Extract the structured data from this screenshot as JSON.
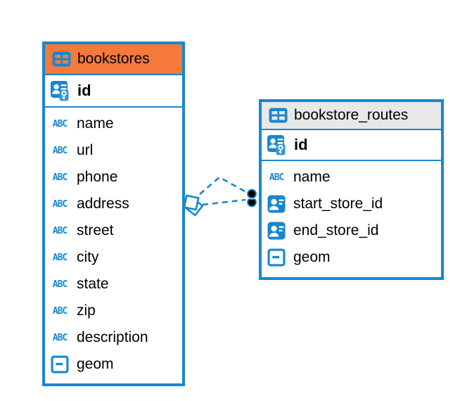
{
  "icons": {
    "abc_glyph": "ABC"
  },
  "colors": {
    "accent_blue": "#1787cf",
    "bookstores_header": "#f5793b",
    "routes_header": "#e8e8e8",
    "marker_dot": "#000000",
    "background": "#ffffff"
  },
  "diagram": {
    "tables": [
      {
        "title": "bookstores",
        "primary_key": {
          "name": "id"
        },
        "columns": [
          {
            "name": "name",
            "type": "text"
          },
          {
            "name": "url",
            "type": "text"
          },
          {
            "name": "phone",
            "type": "text"
          },
          {
            "name": "address",
            "type": "text"
          },
          {
            "name": "street",
            "type": "text"
          },
          {
            "name": "city",
            "type": "text"
          },
          {
            "name": "state",
            "type": "text"
          },
          {
            "name": "zip",
            "type": "text"
          },
          {
            "name": "description",
            "type": "text"
          },
          {
            "name": "geom",
            "type": "geometry"
          }
        ]
      },
      {
        "title": "bookstore_routes",
        "primary_key": {
          "name": "id"
        },
        "columns": [
          {
            "name": "name",
            "type": "text"
          },
          {
            "name": "start_store_id",
            "type": "reference"
          },
          {
            "name": "end_store_id",
            "type": "reference"
          },
          {
            "name": "geom",
            "type": "geometry"
          }
        ]
      }
    ],
    "relationships": [
      {
        "from": "bookstores",
        "to": "bookstore_routes",
        "style": "dashed",
        "edge_count": 2
      }
    ]
  }
}
